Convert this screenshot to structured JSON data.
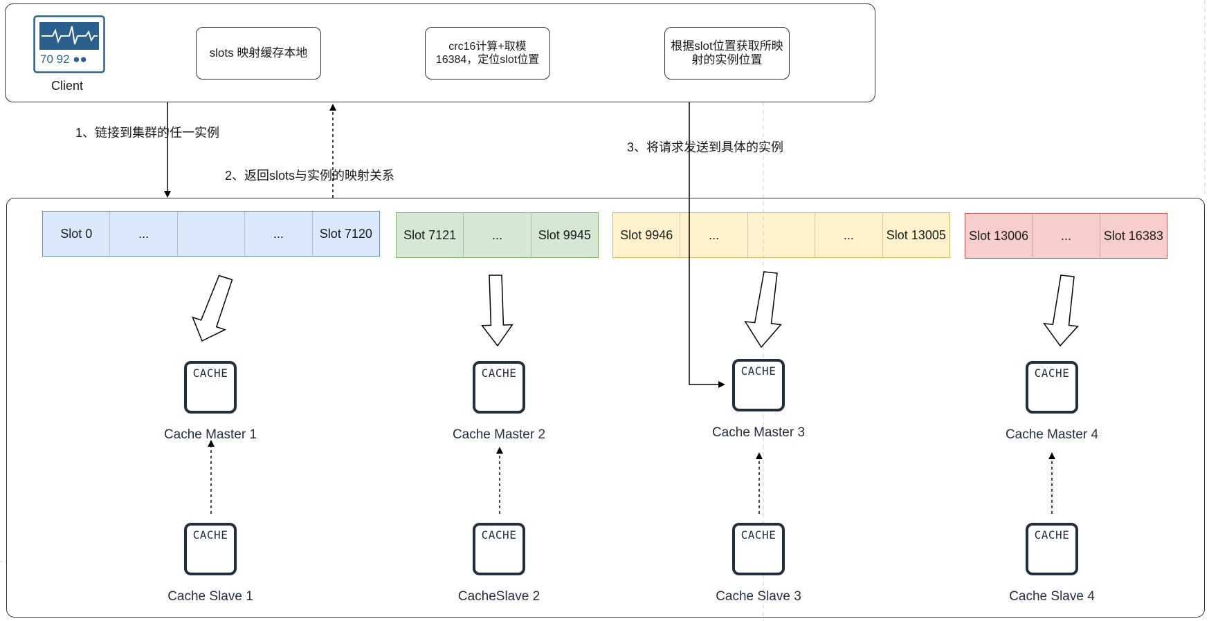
{
  "colors": {
    "blue_fill": "#dae8fc",
    "blue_stroke": "#6c8ebf",
    "green_fill": "#d5e8d4",
    "green_stroke": "#82b366",
    "yellow_fill": "#fff2cc",
    "yellow_stroke": "#d6b656",
    "red_fill": "#f8cecc",
    "red_stroke": "#b85450",
    "node_color": "#232f3e",
    "monitor_color": "#2b5f8e"
  },
  "client": {
    "icon": "monitor-waveform-icon",
    "readout": "70 92 ●●",
    "label": "Client"
  },
  "steps": [
    "slots 映射缓存本地",
    "crc16计算+取模16384，定位slot位置",
    "根据slot位置获取所映射的实例位置"
  ],
  "flows": [
    "1、链接到集群的任一实例",
    "2、返回slots与实例的映射关系",
    "3、将请求发送到具体的实例"
  ],
  "slot_groups": [
    {
      "color": "blue",
      "cells": [
        "Slot 0",
        "...",
        "",
        "...",
        "Slot 7120"
      ]
    },
    {
      "color": "green",
      "cells": [
        "Slot 7121",
        "...",
        "Slot 9945"
      ]
    },
    {
      "color": "yellow",
      "cells": [
        "Slot 9946",
        "...",
        "",
        "...",
        "Slot 13005"
      ]
    },
    {
      "color": "red",
      "cells": [
        "Slot 13006",
        "...",
        "Slot 16383"
      ]
    }
  ],
  "shards": [
    {
      "master": "Cache Master 1",
      "slave": "Cache Slave 1"
    },
    {
      "master": "Cache Master 2",
      "slave": "CacheSlave 2"
    },
    {
      "master": "Cache Master 3",
      "slave": "Cache Slave 3"
    },
    {
      "master": "Cache Master 4",
      "slave": "Cache Slave 4"
    }
  ],
  "cache_icon_text": "CACHE"
}
